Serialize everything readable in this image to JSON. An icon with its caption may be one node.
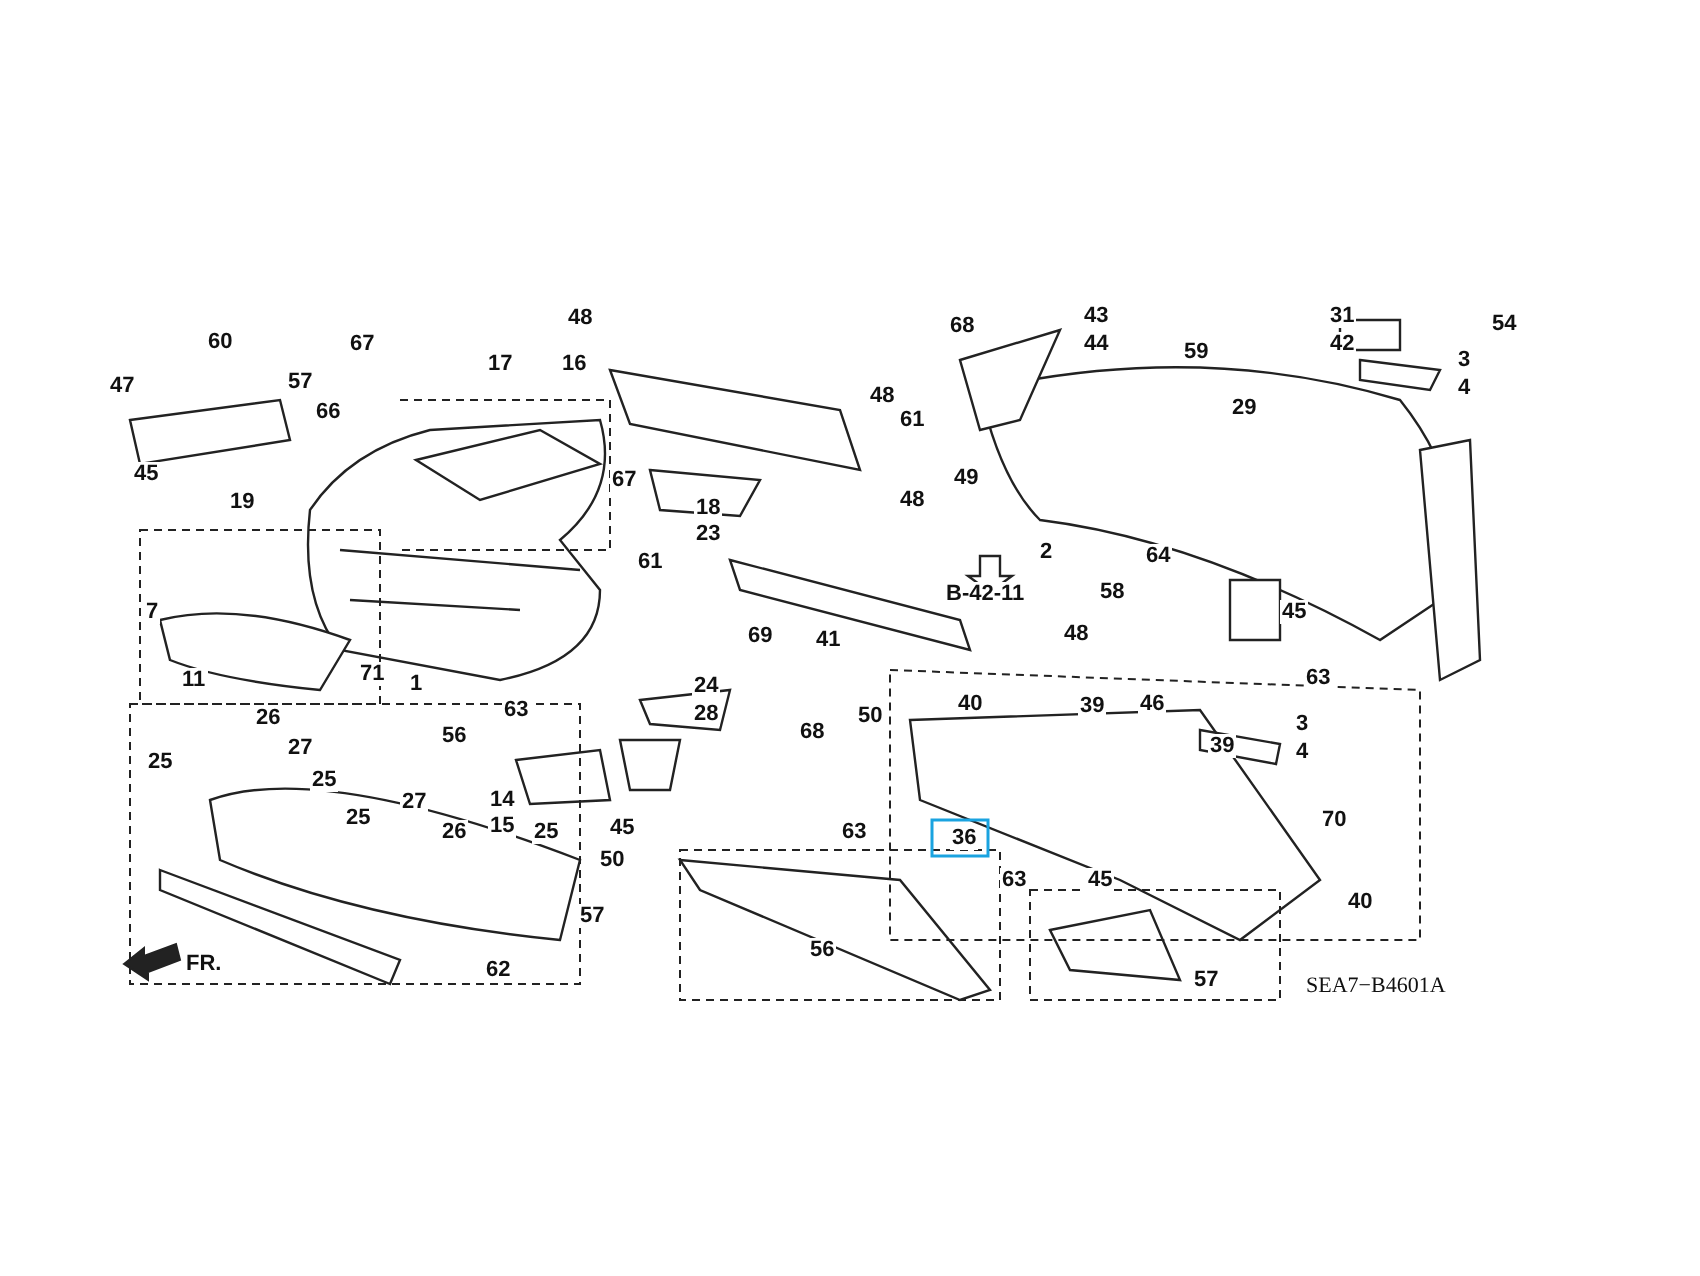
{
  "diagram": {
    "labels": [
      "60",
      "57",
      "47",
      "67",
      "17",
      "48",
      "16",
      "48",
      "66",
      "45",
      "19",
      "67",
      "18",
      "23",
      "61",
      "48",
      "68",
      "43",
      "44",
      "31",
      "42",
      "54",
      "59",
      "29",
      "3",
      "4",
      "61",
      "49",
      "2",
      "B-42-11",
      "64",
      "7",
      "71",
      "11",
      "1",
      "41",
      "69",
      "58",
      "45",
      "48",
      "63",
      "24",
      "28",
      "56",
      "68",
      "63",
      "40",
      "39",
      "46",
      "50",
      "39",
      "3",
      "4",
      "26",
      "27",
      "25",
      "25",
      "70",
      "36",
      "27",
      "26",
      "14",
      "15",
      "25",
      "25",
      "45",
      "50",
      "63",
      "45",
      "63",
      "57",
      "40",
      "62",
      "56",
      "57",
      "FR.",
      "SEA7−B4601A"
    ]
  }
}
